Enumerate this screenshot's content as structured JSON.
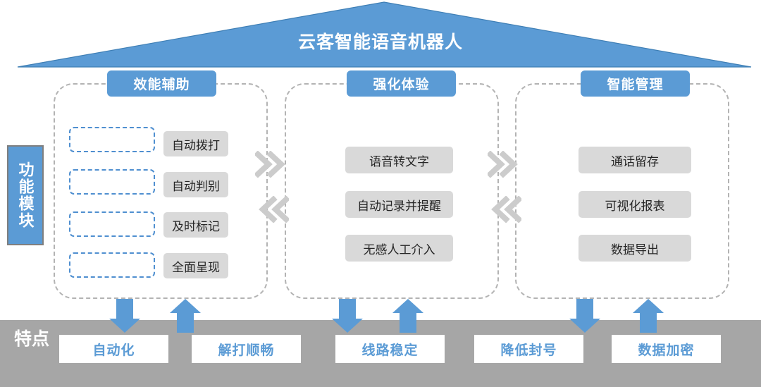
{
  "header": {
    "title": "云客智能语音机器人",
    "roof_color": "#5B9BD5"
  },
  "side_label": {
    "text": "功能模块"
  },
  "sections": [
    {
      "header": "效能辅助",
      "placeholders": [
        "",
        "",
        "",
        ""
      ],
      "items": [
        "自动拨打",
        "自动判别",
        "及时标记",
        "全面呈现"
      ]
    },
    {
      "header": "强化体验",
      "items": [
        "语音转文字",
        "自动记录并提醒",
        "无感人工介入"
      ]
    },
    {
      "header": "智能管理",
      "items": [
        "通话留存",
        "可视化报表",
        "数据导出"
      ]
    }
  ],
  "connectors": [
    {
      "name": "chevron-right-1",
      "direction": "right"
    },
    {
      "name": "chevron-left-1",
      "direction": "left"
    },
    {
      "name": "chevron-right-2",
      "direction": "right"
    },
    {
      "name": "chevron-left-2",
      "direction": "left"
    }
  ],
  "bottom": {
    "label": "特点",
    "band_color": "#a6a6a6",
    "features": [
      "自动化",
      "解打顺畅",
      "线路稳定",
      "降低封号",
      "数据加密"
    ]
  },
  "colors": {
    "accent_blue": "#5B9BD5",
    "chip_gray": "#d9d9d9",
    "band_gray": "#a6a6a6",
    "dashed_gray": "#b3b3b3",
    "dashed_blue": "#4f8fd0"
  }
}
